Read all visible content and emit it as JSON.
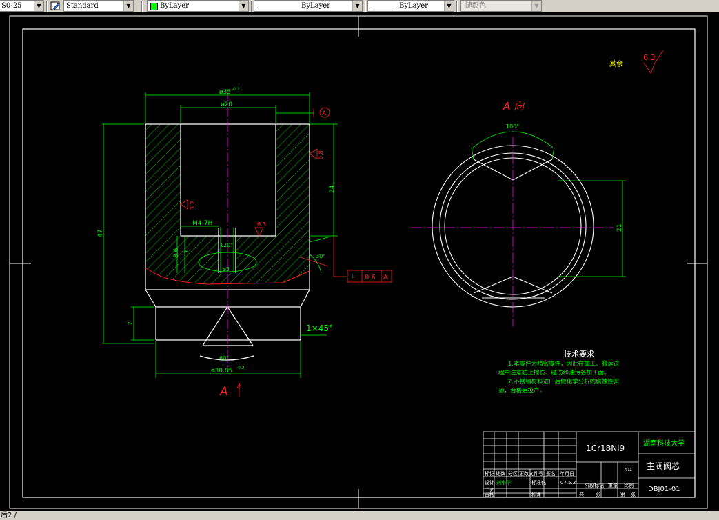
{
  "toolbar": {
    "dimstyle": "S0-25",
    "textstyle": "Standard",
    "color": "ByLayer",
    "color_swatch": "#00ff00",
    "linetype": "ByLayer",
    "lineweight": "ByLayer",
    "plotstyle": "随颜色"
  },
  "drawing": {
    "dim_outer_dia": "ø35",
    "dim_outer_tol": "-0.2",
    "dim_bore": "ø20",
    "datum_a": "A",
    "rough_08": "0.8",
    "rough_32": "3.2",
    "rough_63": "6.3",
    "rough_others_label": "其余",
    "dim_24": "24",
    "dim_47": "47",
    "dim_7a": "7",
    "dim_7b": "7",
    "dim_86": "8.6",
    "thread": "M4-7H",
    "angle_120": "120°",
    "hole_dia": "ø3",
    "angle_30": "30°",
    "perp_sym": "⊥",
    "perp_tol": "0.6",
    "perp_datum": "A",
    "chamfer": "1×45°",
    "angle_60": "60°",
    "dim_bottom_dia": "ø30.85",
    "dim_bottom_tol": "-0.2",
    "section_label": "A",
    "view_title": "A 向",
    "angle_100": "100°",
    "dim_21": "21"
  },
  "notes": {
    "title": "技术要求",
    "line1": "1.本零件为精密零件，因此在加工、搬运过",
    "line2": "程中注意防止擦伤、碰伤和油污各加工面。",
    "line3": "2.不锈钢材料进厂后做化学分析的腐蚀性实",
    "line4": "验，合格后投产。"
  },
  "title_block": {
    "material": "1Cr18Ni9",
    "university": "湖南科技大学",
    "part_name": "主阀阀芯",
    "drawing_no": "DBJ01-01",
    "scale": "4:1",
    "h_mark": "标记",
    "h_count": "处数",
    "h_zone": "分区",
    "h_docno": "更改文件号",
    "h_sign": "签名",
    "h_date": "年月日",
    "r_design": "设计",
    "r_designer": "刘小华",
    "r_standard": "标准化",
    "r_date": "07.5.2",
    "r_stage": "阶段标记",
    "r_weight": "重量",
    "r_scale": "比例",
    "r_review": "审核",
    "r_process": "工艺",
    "r_approve": "批准",
    "r_total": "共",
    "r_sheet_of": "张",
    "r_page": "第",
    "r_sheet_page": "张"
  },
  "status": {
    "command": "后2 /"
  }
}
